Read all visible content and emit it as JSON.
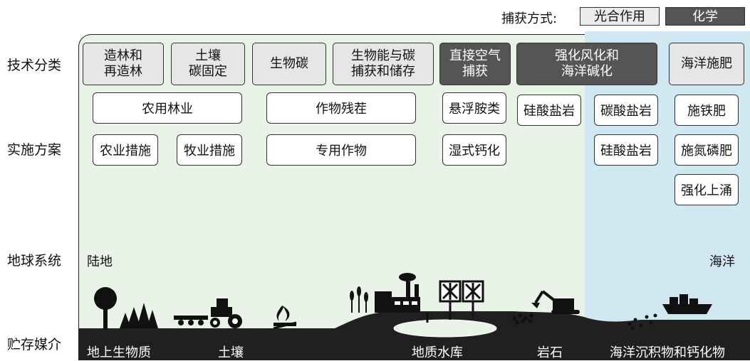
{
  "legend": {
    "label": "捕获方式:",
    "photosynthesis": "光合作用",
    "chemistry": "化学"
  },
  "row_labels": {
    "tech": "技术分类",
    "plan": "实施方案",
    "earth": "地球系统",
    "storage": "贮存媒介"
  },
  "tech_categories": [
    "造林和\n再造林",
    "土壤\n碳固定",
    "生物碳",
    "生物能与碳\n捕获和储存",
    "直接空气\n捕获",
    "强化风化和\n海洋碱化",
    "海洋施肥"
  ],
  "plans": {
    "agroforestry": "农用林业",
    "crop_residue": "作物残茬",
    "amines": "悬浮胺类",
    "silicate_1": "硅酸盐岩",
    "carbonate": "碳酸盐岩",
    "iron": "施铁肥",
    "agri": "农业措施",
    "pasture": "牧业措施",
    "energy_crop": "专用作物",
    "wet_calc": "湿式钙化",
    "silicate_2": "硅酸盐岩",
    "n_p": "施氮磷肥",
    "upwelling": "强化上涌"
  },
  "regions": {
    "land": "陆地",
    "ocean": "海洋"
  },
  "storage": [
    "地上生物质",
    "土壤",
    "地质水库",
    "岩石",
    "海洋沉积物和钙化物"
  ],
  "colors": {
    "land_bg": "#e9f3e8",
    "ocean_bg": "#cfe8f2",
    "dark_fill": "#555555",
    "light_fill": "#e6e6e6"
  }
}
